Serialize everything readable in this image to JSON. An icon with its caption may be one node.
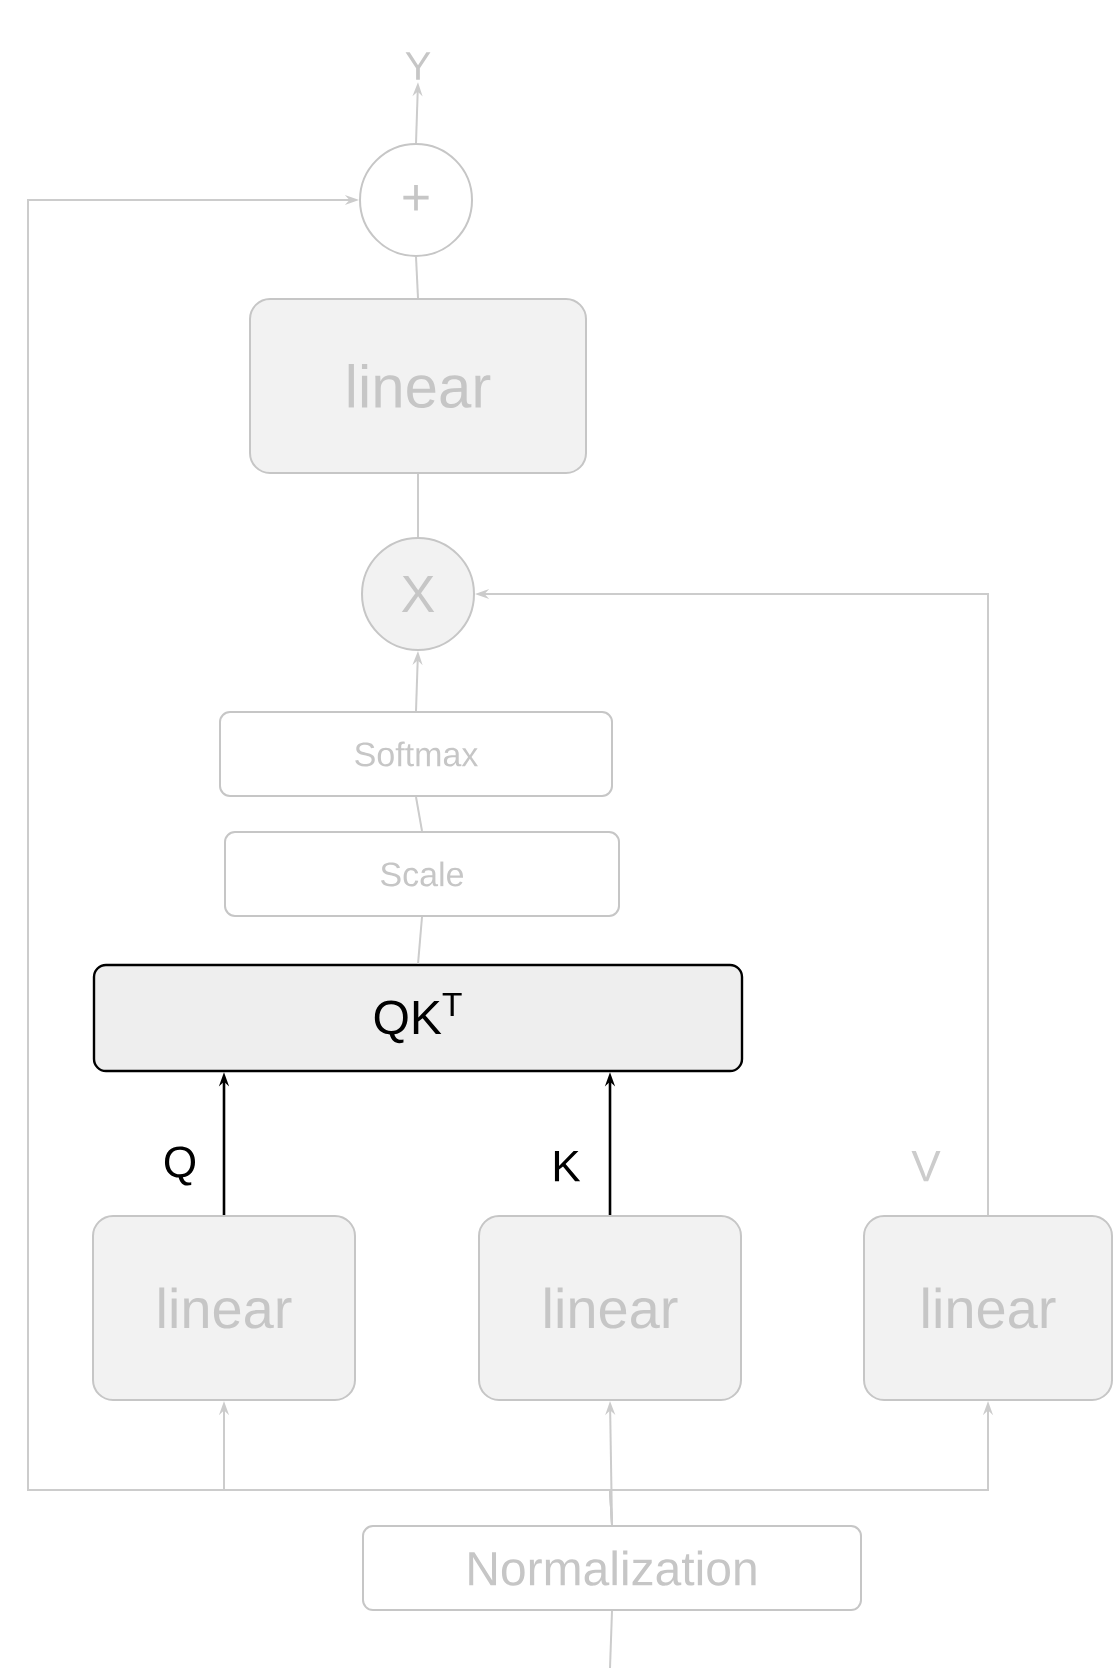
{
  "diagram": {
    "nodes": [
      {
        "text": [
          "Y"
        ]
      },
      {
        "text": [
          "+"
        ]
      },
      {
        "text": [
          "linear"
        ]
      },
      {
        "text": [
          "X"
        ]
      },
      {
        "text": [
          "Softmax"
        ]
      },
      {
        "text": [
          "Scale"
        ]
      },
      {
        "text": [
          "QK$^{T}$"
        ]
      },
      {
        "text": [
          "linear"
        ]
      },
      {
        "text": [
          "linear"
        ]
      },
      {
        "text": [
          "linear"
        ]
      },
      {
        "text": [
          "Normalization"
        ]
      }
    ],
    "edges": [
      {
        "from": 1,
        "to": 0,
        "arrow": "to"
      },
      {
        "from": 2,
        "to": 1,
        "arrow": "none"
      },
      {
        "from": 3,
        "to": 2,
        "arrow": "none"
      },
      {
        "from": 4,
        "to": 3,
        "arrow": "to"
      },
      {
        "from": 5,
        "to": 4,
        "arrow": "none"
      },
      {
        "from": 6,
        "to": 5,
        "arrow": "none"
      },
      {
        "from": 7,
        "to": 6,
        "arrow": "to",
        "label": "Q",
        "color": "#000000"
      },
      {
        "from": 8,
        "to": 6,
        "arrow": "to",
        "label": "K",
        "color": "#000000"
      },
      {
        "from": 9,
        "to": 3,
        "arrow": "to",
        "label": "V"
      },
      {
        "from": 10,
        "to": 7,
        "arrow": "to"
      },
      {
        "from": 10,
        "to": 8,
        "arrow": "to"
      },
      {
        "from": 10,
        "to": 9,
        "arrow": "to"
      },
      {
        "from": 10,
        "to": 1,
        "arrow": "to"
      },
      {
        "from": null,
        "to": 10,
        "arrow": "none"
      }
    ]
  }
}
